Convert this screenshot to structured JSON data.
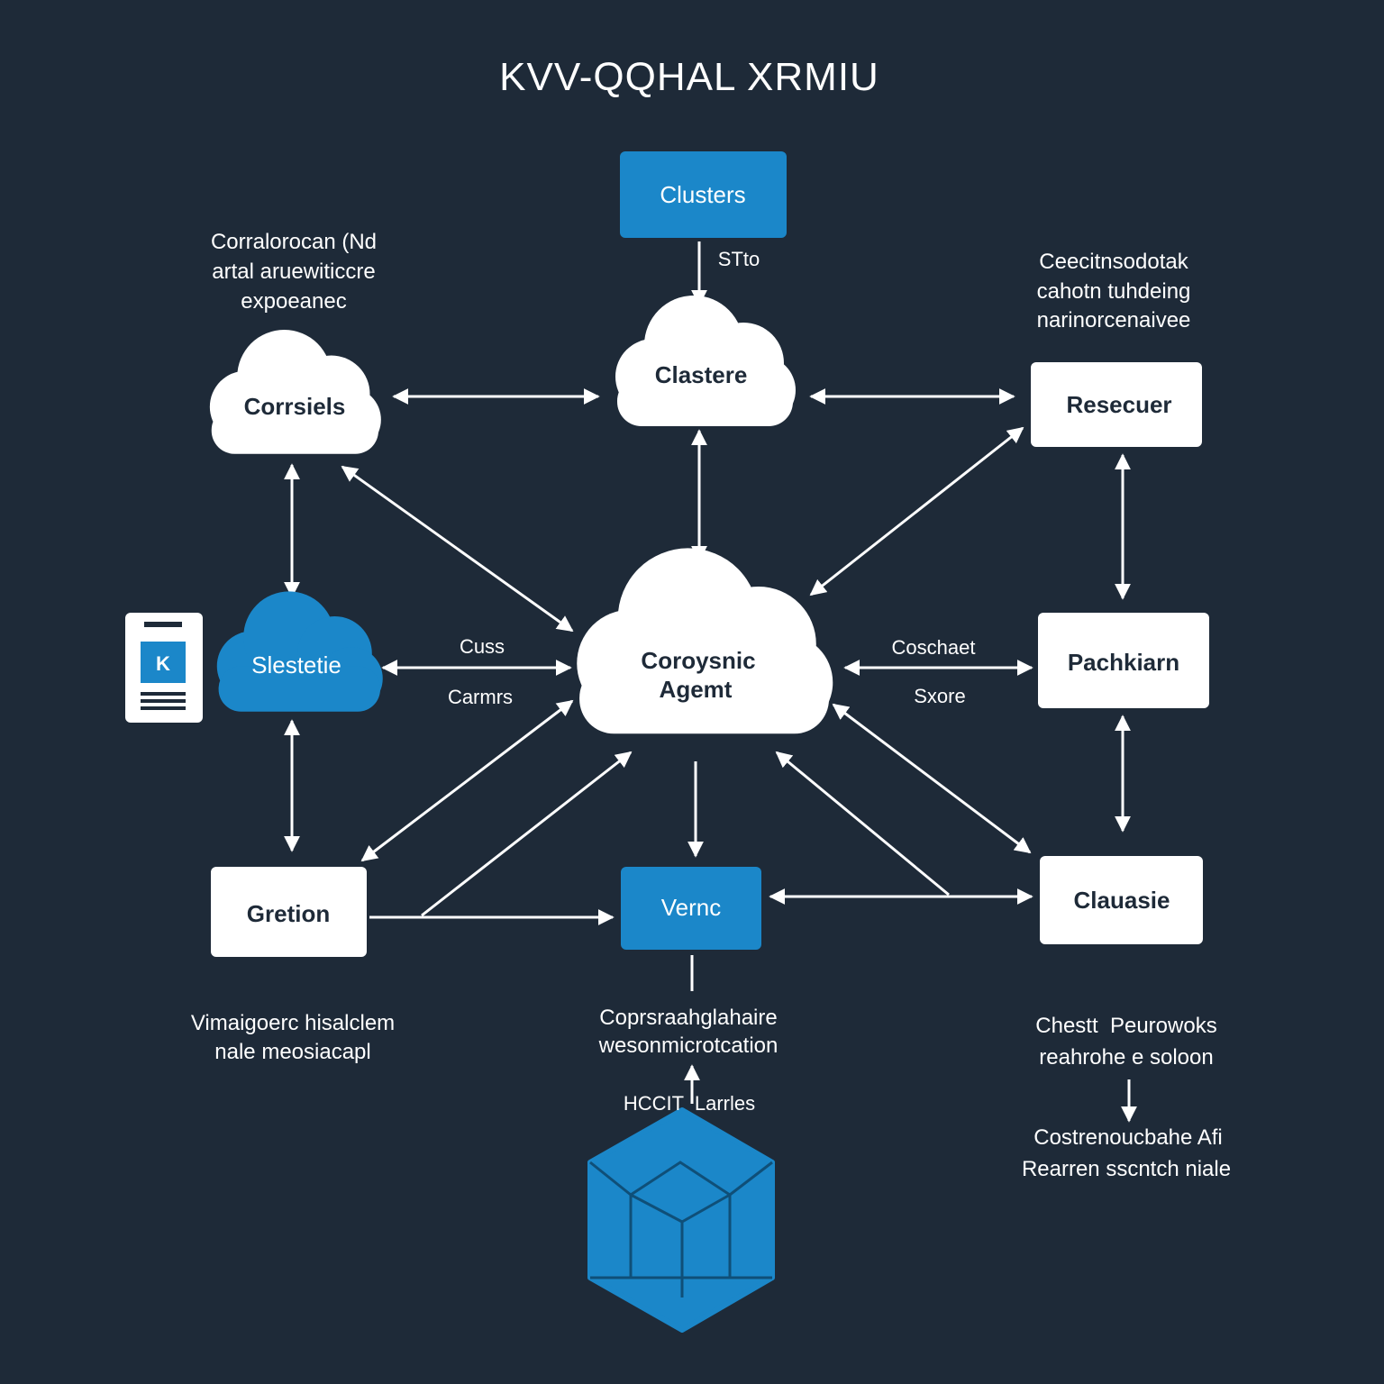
{
  "title": "KVV-QQHAL XRMIU",
  "nodes": {
    "top_box": "Clusters",
    "top_cloud": "Clastere",
    "left_cloud": "Corrsiels",
    "right_top_box": "Resecuer",
    "left_blue_cloud": "Slestetie",
    "center_cloud_line1": "Coroysnic",
    "center_cloud_line2": "Agemt",
    "right_mid_box": "Pachkiarn",
    "bottom_left_box": "Gretion",
    "bottom_center_box": "Vernc",
    "bottom_right_box": "Clauasie",
    "device_icon_letter": "K"
  },
  "edge_labels": {
    "top_arrow": "STto",
    "center_left_top": "Cuss",
    "center_left_bottom": "Carmrs",
    "center_right_top": "Coschaet",
    "center_right_bottom": "Sxore",
    "bottom_arrow": "HCCIT  Larrles"
  },
  "captions": {
    "top_left": [
      "Corralorocan (Nd",
      "artal aruewiticcre",
      "expoeanec"
    ],
    "top_right": [
      "Ceecitnsodotak",
      "cahotn tuhdeing",
      "narinorcenaivee"
    ],
    "bottom_left": [
      "Vimaigoerc hisalclem",
      "nale meosiacapl"
    ],
    "bottom_center": [
      "Coprsraahglahaire",
      "wesonmicrotcation"
    ],
    "bottom_right_1": [
      "Chestt  Peurowoks",
      "reahrohe e soloon"
    ],
    "bottom_right_2": [
      "Costrenoucbahe Afi",
      "Rearren sscntch niale"
    ]
  },
  "colors": {
    "background": "#1e2a38",
    "accent_blue": "#1b87c9",
    "node_white": "#ffffff"
  }
}
